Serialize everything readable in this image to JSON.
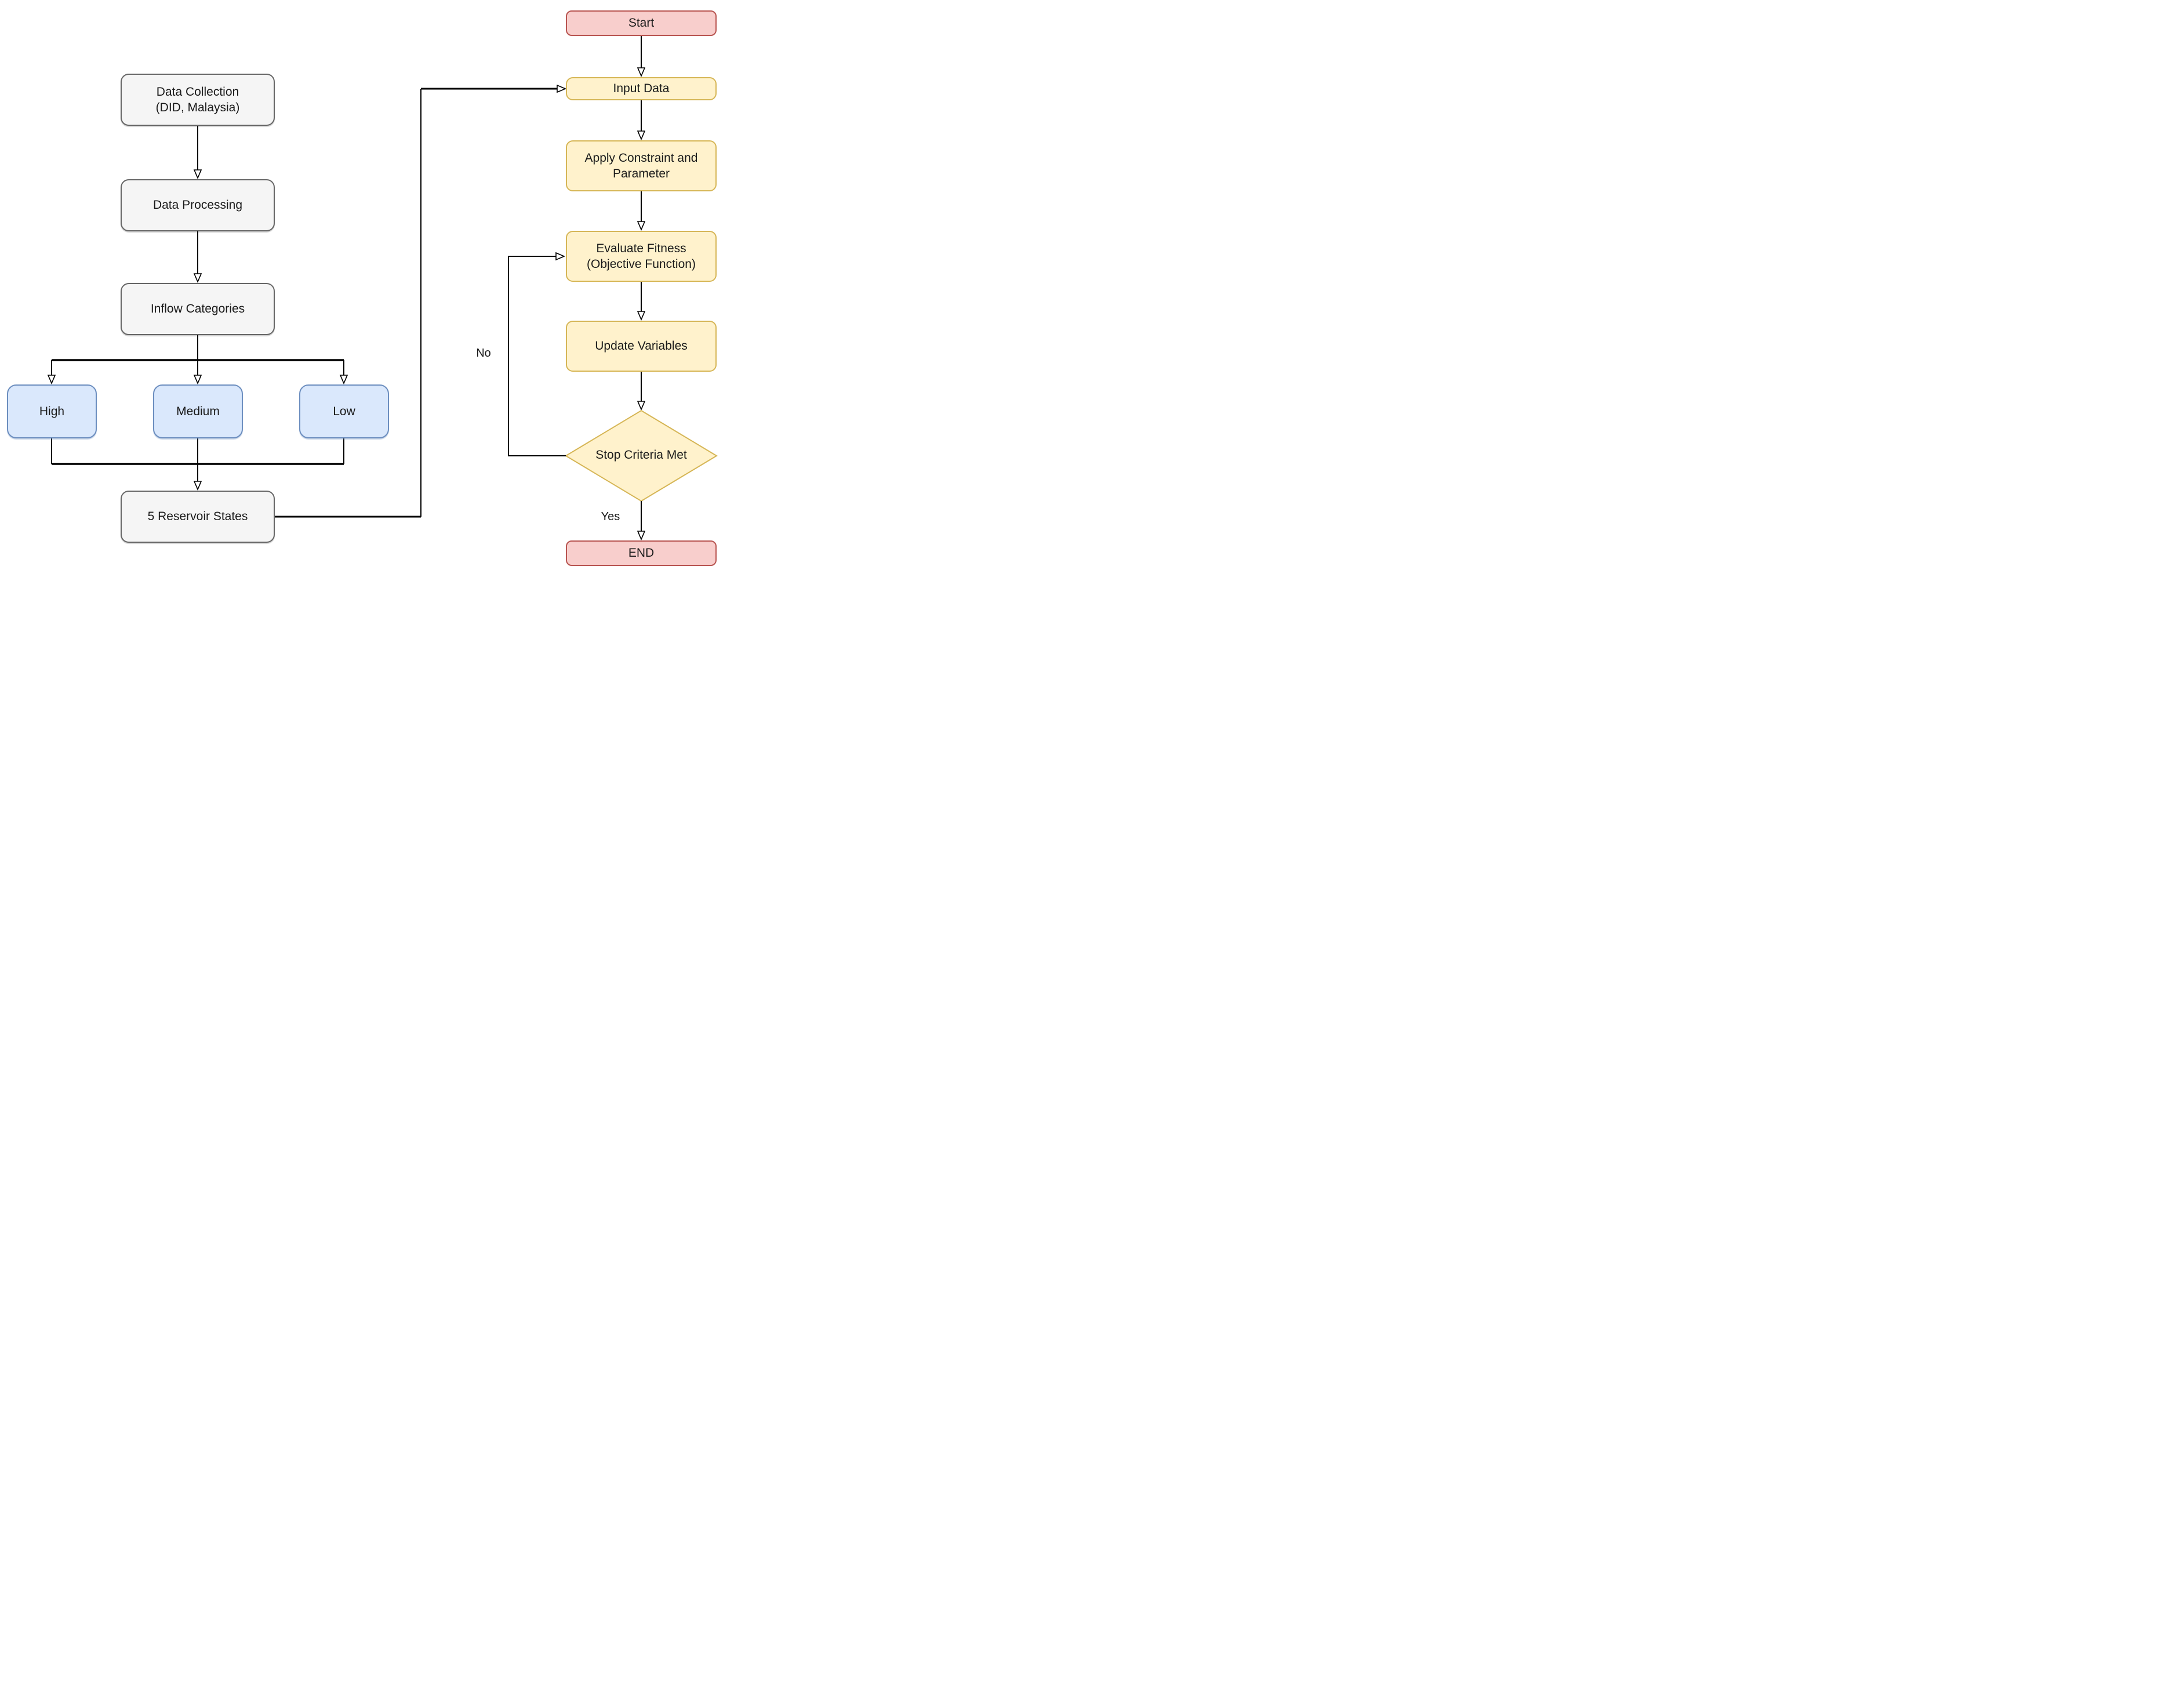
{
  "palette": {
    "process_fill": "#F5F5F5",
    "process_border": "#666666",
    "category_fill": "#DAE8FC",
    "category_border": "#6C8EBF",
    "ga_fill": "#FFF2CC",
    "ga_border": "#D6B656",
    "terminal_fill": "#F8CECC",
    "terminal_border": "#B85450",
    "line": "#000000"
  },
  "nodes": {
    "data_collection": {
      "label": "Data Collection\n(DID, Malaysia)"
    },
    "data_processing": {
      "label": "Data Processing"
    },
    "inflow_categories": {
      "label": "Inflow Categories"
    },
    "high": {
      "label": "High"
    },
    "medium": {
      "label": "Medium"
    },
    "low": {
      "label": "Low"
    },
    "reservoir_states": {
      "label": "5 Reservoir States"
    },
    "start": {
      "label": "Start"
    },
    "input_data": {
      "label": "Input Data"
    },
    "apply_constraint": {
      "label": "Apply Constraint and\nParameter"
    },
    "evaluate_fitness": {
      "label": "Evaluate Fitness\n(Objective Function)"
    },
    "update_variables": {
      "label": "Update Variables"
    },
    "stop_criteria": {
      "label": "Stop Criteria Met"
    },
    "end": {
      "label": "END"
    }
  },
  "edge_labels": {
    "no": "No",
    "yes": "Yes"
  }
}
